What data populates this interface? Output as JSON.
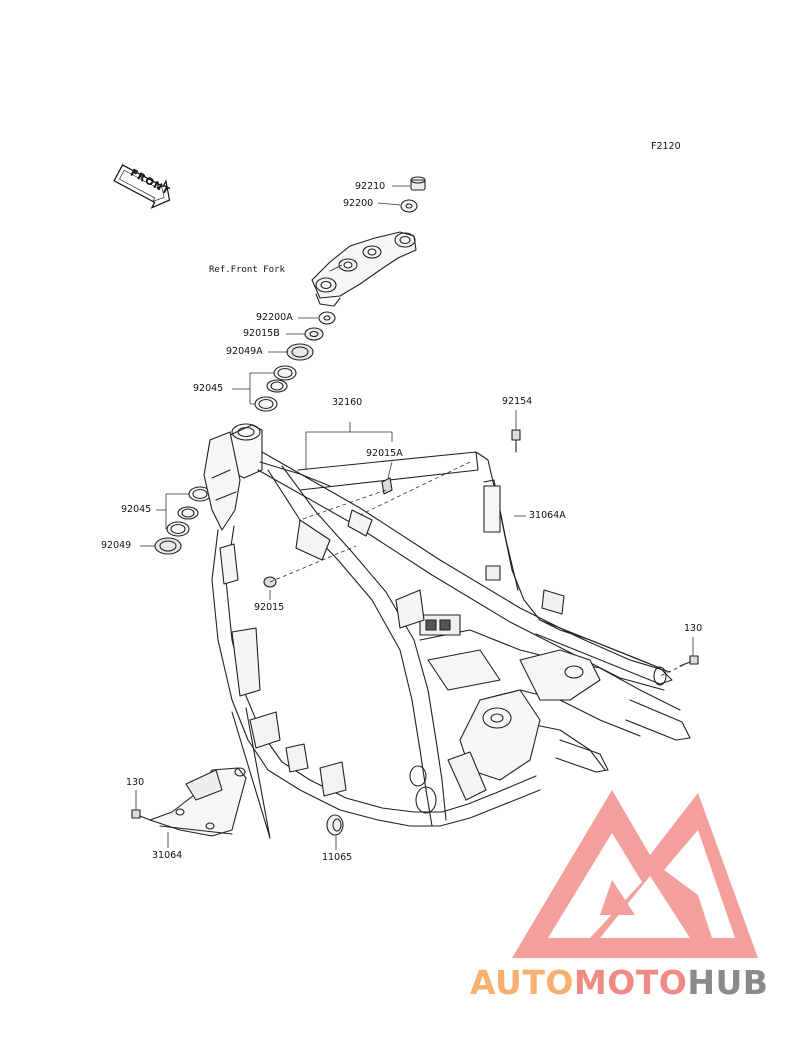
{
  "diagram_code": "F2120",
  "front_arrow": {
    "text": "FRONT",
    "icon": "front-arrow-icon"
  },
  "labels": {
    "p92210": "92210",
    "p92200": "92200",
    "ref_front_fork": "Ref.Front Fork",
    "p92200A": "92200A",
    "p92015B": "92015B",
    "p92049A": "92049A",
    "p92045_top": "92045",
    "p32160": "32160",
    "p92154": "92154",
    "p92015A": "92015A",
    "p31064A": "31064A",
    "p92045_mid": "92045",
    "p92049": "92049",
    "p92015": "92015",
    "p130_right": "130",
    "p130_left": "130",
    "p31064": "31064",
    "p11065": "11065"
  },
  "watermark": {
    "part1": "AUTO",
    "part2": "MOTO",
    "part3": "HUB",
    "colors": {
      "accent_light": "#f6b070",
      "accent_main": "#ef8a86",
      "dark": "#8a8a8a"
    }
  }
}
